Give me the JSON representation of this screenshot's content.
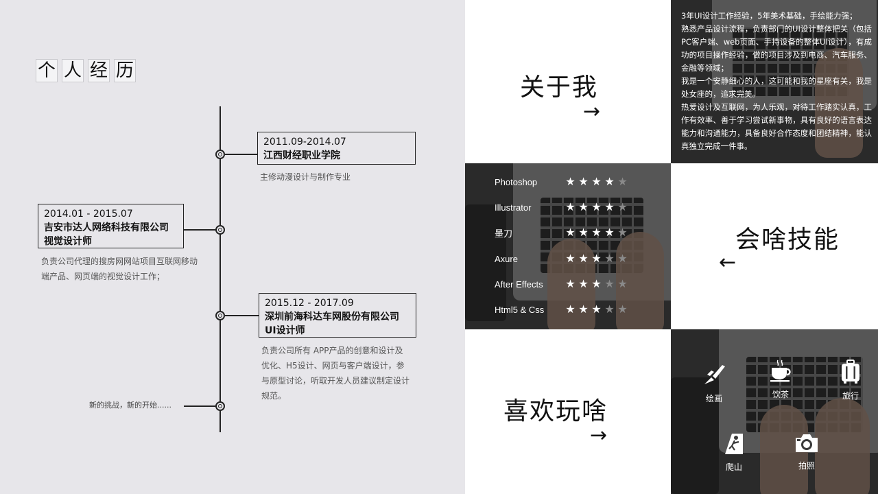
{
  "resume": {
    "title_chars": [
      "个",
      "人",
      "经",
      "历"
    ],
    "entries": [
      {
        "date": "2011.09-2014.07",
        "company": "江西财经职业学院",
        "role": "",
        "description": [
          "主修动漫设计与制作专业"
        ]
      },
      {
        "date": "2014.01 - 2015.07",
        "company": "吉安市达人网络科技有限公司",
        "role": "视觉设计师",
        "description": [
          "负责公司代理的搜房网网站项目互联网移动",
          "端产品、网页端的视觉设计工作；"
        ]
      },
      {
        "date": "2015.12 - 2017.09",
        "company": "深圳前海科达车网股份有限公司",
        "role": "UI设计师",
        "description": [
          "负责公司所有 APP产品的创意和设计及",
          "优化、H5设计、网页与客户端设计，参",
          "与原型讨论，听取开发人员建议制定设计",
          "规范。"
        ]
      }
    ],
    "closing_text": "新的挑战，新的开始......"
  },
  "about": {
    "heading": "关于我",
    "arrow": "→",
    "paragraphs": [
      "3年UI设计工作经验，5年美术基础，手绘能力强；",
      "熟悉产品设计流程，负责部门的UI设计整体把关（包括PC客户端、web页面、手持设备的整体UI设计），有成功的项目操作经验，做的项目涉及到电商、汽车服务、金融等领域；",
      "我是一个安静细心的人，这可能和我的星座有关，我是处女座的，追求完美。",
      "热爱设计及互联网，为人乐观，对待工作踏实认真，工作有效率、善于学习尝试新事物，具有良好的语言表达能力和沟通能力，具备良好合作态度和团结精神，能认真独立完成一件事。"
    ]
  },
  "skills": {
    "heading": "会啥技能",
    "arrow": "←",
    "items": [
      {
        "name": "Photoshop",
        "rating": 4
      },
      {
        "name": "Illustrator",
        "rating": 4
      },
      {
        "name": "墨刀",
        "rating": 4
      },
      {
        "name": "Axure",
        "rating": 3
      },
      {
        "name": "After Effects",
        "rating": 3
      },
      {
        "name": "Html5 & Css",
        "rating": 3
      }
    ],
    "max_rating": 5,
    "star_glyph": "★"
  },
  "hobbies": {
    "heading": "喜欢玩啥",
    "arrow": "→",
    "items": [
      {
        "label": "绘画",
        "icon": "paintbrush-icon"
      },
      {
        "label": "饮茶",
        "icon": "teacup-icon"
      },
      {
        "label": "旅行",
        "icon": "luggage-icon"
      },
      {
        "label": "爬山",
        "icon": "climbing-icon"
      },
      {
        "label": "拍照",
        "icon": "camera-icon"
      }
    ]
  },
  "colors": {
    "left_bg": "#e7e6ea",
    "cell_white": "#ffffff",
    "text_dark": "#111111",
    "text_light": "#ffffff"
  }
}
